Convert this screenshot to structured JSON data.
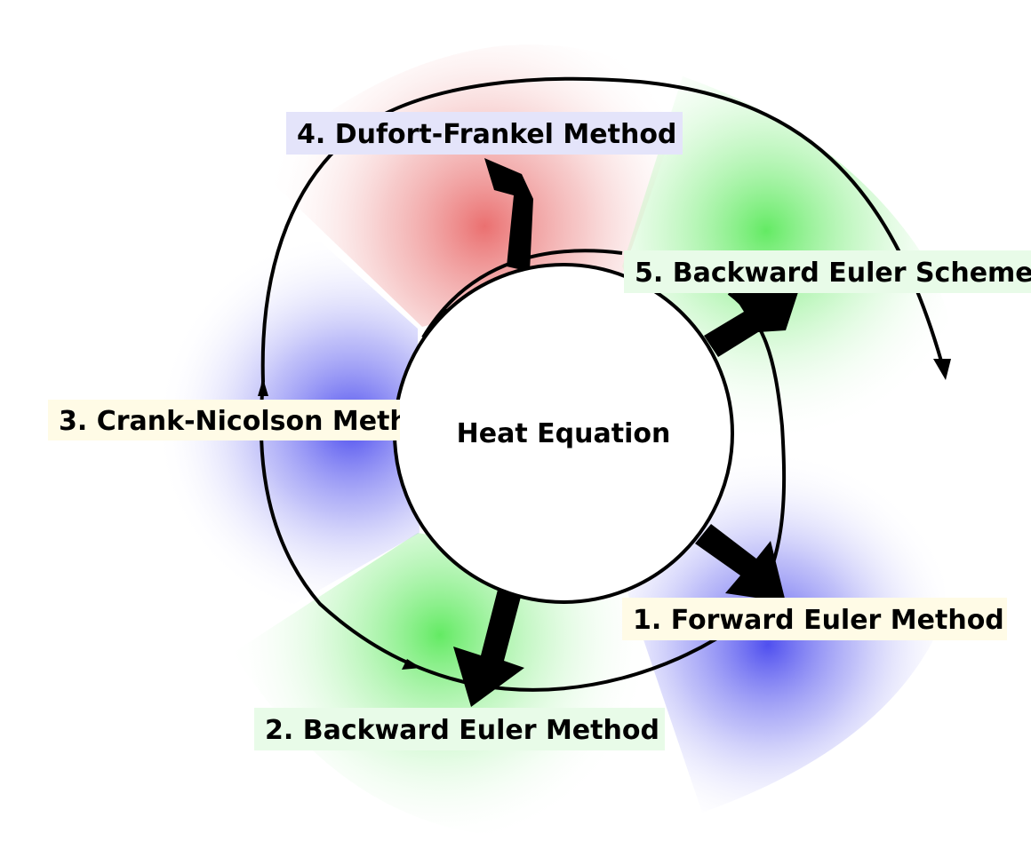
{
  "center": {
    "label": "Heat Equation"
  },
  "methods": [
    {
      "id": "m1",
      "label": "1. Forward Euler Method",
      "sector_color": "#4444ee",
      "box_color": "#fffbe6"
    },
    {
      "id": "m2",
      "label": "2. Backward Euler Method",
      "sector_color": "#44e244",
      "box_color": "#e8fbe8"
    },
    {
      "id": "m3",
      "label": "3. Crank-Nicolson Method",
      "sector_color": "#4444ee",
      "box_color": "#fffbe6"
    },
    {
      "id": "m4",
      "label": "4. Dufort-Frankel Method",
      "sector_color": "#e85050",
      "box_color": "#e4e4fa"
    },
    {
      "id": "m5",
      "label": "5. Backward Euler Scheme",
      "sector_color": "#44e244",
      "box_color": "#e8fbe8"
    }
  ]
}
